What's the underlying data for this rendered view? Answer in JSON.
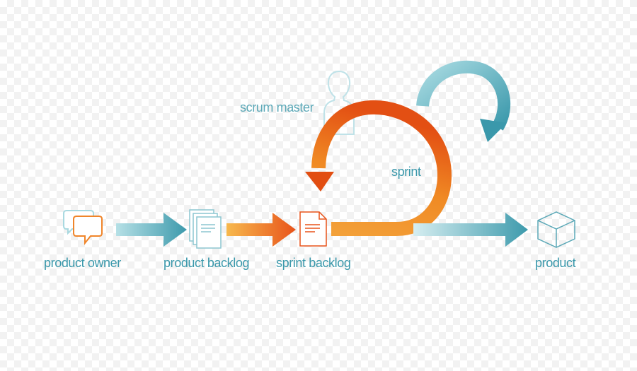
{
  "labels": {
    "product_owner": "product owner",
    "product_backlog": "product backlog",
    "sprint_backlog": "sprint backlog",
    "product": "product",
    "scrum_master": "scrum master",
    "sprint": "sprint"
  },
  "icons": {
    "product_owner": "chat-bubbles-icon",
    "product_backlog": "documents-stack-icon",
    "sprint_backlog": "document-icon",
    "product": "cube-icon",
    "scrum_master": "person-silhouette-icon"
  },
  "colors": {
    "teal": "#3a98ab",
    "teal_light": "#9fd3dc",
    "orange": "#f08a24",
    "orange_dark": "#e24e12",
    "yellow": "#f6b640"
  }
}
